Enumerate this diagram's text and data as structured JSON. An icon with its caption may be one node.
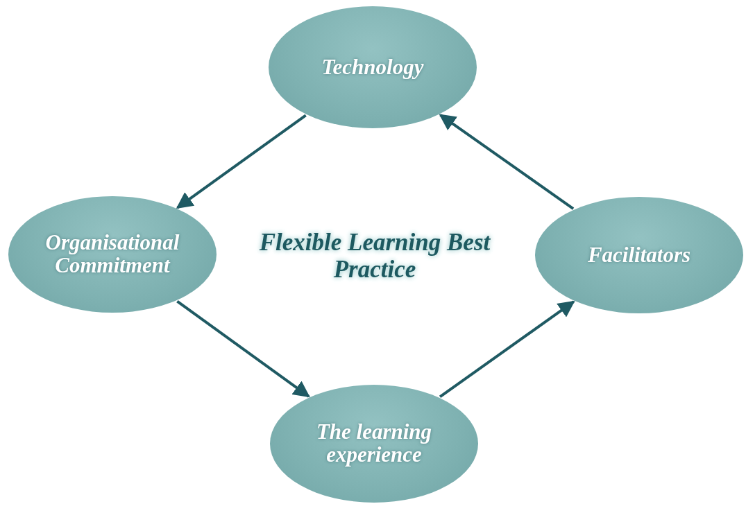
{
  "diagram": {
    "title": "Flexible Learning Best Practice",
    "nodes": [
      {
        "text": [
          "Technology"
        ]
      },
      {
        "text": [
          "Organisational Commitment"
        ]
      },
      {
        "text": [
          "Facilitators"
        ]
      },
      {
        "text": [
          "The learning experience"
        ]
      }
    ],
    "edges": [
      {
        "from": 0,
        "to": 1,
        "arrow": "to"
      },
      {
        "from": 1,
        "to": 3,
        "arrow": "to"
      },
      {
        "from": 3,
        "to": 2,
        "arrow": "to"
      },
      {
        "from": 2,
        "to": 0,
        "arrow": "to"
      }
    ]
  }
}
